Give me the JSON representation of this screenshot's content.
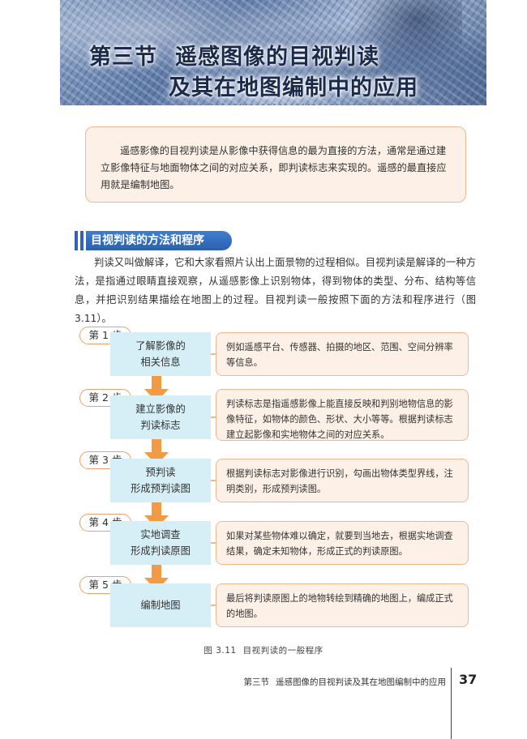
{
  "header": {
    "section_no": "第三节",
    "title_line1": "遥感图像的目视判读",
    "title_line2": "及其在地图编制中的应用"
  },
  "intro": "遥感影像的目视判读是从影像中获得信息的最为直接的方法，通常是通过建立影像特征与地面物体之间的对应关系，即判读标志来实现的。遥感的最直接应用就是编制地图。",
  "section": {
    "heading": "目视判读的方法和程序",
    "paragraph": "判读又叫做解译，它和大家看照片认出上面景物的过程相似。目视判读是解译的一种方法，是指通过眼睛直接观察，从遥感影像上识别物体，得到物体的类型、分布、结构等信息，并把识别结果描绘在地图上的过程。目视判读一般按照下面的方法和程序进行（图3.11）。"
  },
  "flow": {
    "steps": [
      {
        "label": "第 1 步",
        "line1": "了解影像的",
        "line2": "相关信息",
        "desc": "例如遥感平台、传感器、拍摄的地区、范围、空间分辨率等信息。"
      },
      {
        "label": "第 2 步",
        "line1": "建立影像的",
        "line2": "判读标志",
        "desc": "判读标志是指遥感影像上能直接反映和判别地物信息的影像特征，如物体的颜色、形状、大小等等。根据判读标志建立起影像和实地物体之间的对应关系。"
      },
      {
        "label": "第 3 步",
        "line1": "预判读",
        "line2": "形成预判读图",
        "desc": "根据判读标志对影像进行识别，勾画出物体类型界线，注明类别，形成预判读图。"
      },
      {
        "label": "第 4 步",
        "line1": "实地调查",
        "line2": "形成判读原图",
        "desc": "如果对某些物体难以确定，就要到当地去，根据实地调查结果，确定未知物体，形成正式的判读原图。"
      },
      {
        "label": "第 5 步",
        "line1": "编制地图",
        "line2": "",
        "desc": "最后将判读原图上的地物转绘到精确的地图上，编成正式的地图。"
      }
    ]
  },
  "caption": {
    "fig": "图 3.11",
    "text": "目视判读的一般程序"
  },
  "footer": {
    "section": "第三节",
    "title": "遥感图像的目视判读及其在地图编制中的应用",
    "page": "37"
  },
  "colors": {
    "accent_blue": "#2f64b8",
    "orange": "#f39a45",
    "box_fill": "#fdf0e6",
    "step_fill": "#d6eef6"
  }
}
